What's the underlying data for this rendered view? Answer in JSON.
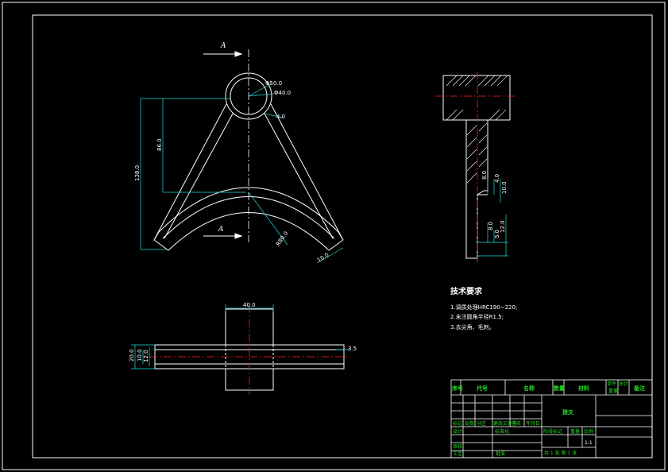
{
  "colors": {
    "background": "#000000",
    "outline": "#ffffff",
    "centerline": "#ff2222",
    "dimension": "#22dddd",
    "titleblock_text": "#22dd22"
  },
  "section_mark": {
    "label_top": "A",
    "label_bottom": "A"
  },
  "front_view": {
    "dims": {
      "outer_dia": "Φ50.0",
      "inner_dia": "Φ40.0",
      "arm_thickness": "4.0",
      "height_inner": "86.0",
      "height_total": "138.0",
      "arc_radius": "R80.0",
      "foot_width": "10.0"
    }
  },
  "side_view": {
    "dims": {
      "d1": "8.0",
      "d2": "4.0",
      "d3": "10.0",
      "d4": "8.0",
      "d5": "5.0",
      "d6": "12.0"
    }
  },
  "bottom_view": {
    "dims": {
      "hub_width": "40.0",
      "h1": "20.0",
      "h2": "10.0",
      "h3": "12.0",
      "end_gap": "3.5"
    }
  },
  "notes": {
    "title": "技术要求",
    "lines": [
      "1.调质处理HRC190~220;",
      "2.未注圆角半径R1.5;",
      "3.去尖角、毛刺。"
    ]
  },
  "title_block": {
    "header": [
      "序号",
      "代号",
      "名称",
      "数量",
      "材料",
      "单件",
      "总计",
      "备注"
    ],
    "header_sub": "重量",
    "part_name": "拨叉",
    "row_labels": [
      "标记",
      "处数",
      "分区",
      "更改文件号",
      "签名",
      "年月日"
    ],
    "designer": "设计",
    "standardize": "标准化",
    "stage": [
      "阶段标记",
      "重量",
      "比例"
    ],
    "scale": "1:1",
    "reviewer": "审核",
    "process": "工艺",
    "approve": "批准",
    "sheets": "共 1 张  第 1 张"
  }
}
